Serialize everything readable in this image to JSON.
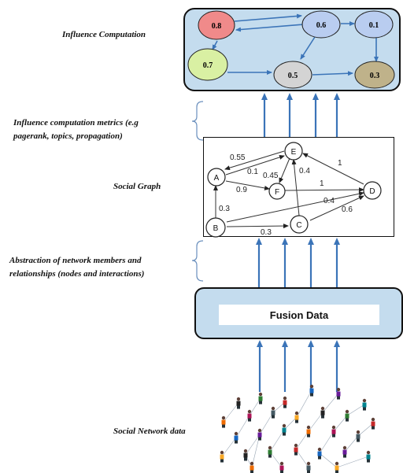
{
  "labels": {
    "influence_computation": "Influence Computation",
    "metrics_line1": "Influence computation metrics (e.g",
    "metrics_line2": "pagerank, topics, propagation)",
    "social_graph": "Social Graph",
    "abstraction_line1": "Abstraction of network members and",
    "abstraction_line2": "relationships (nodes and interactions)",
    "social_network_data": "Social Network data"
  },
  "influence_nodes": [
    {
      "id": "n1",
      "value": "0.8",
      "color": "#f08a8a"
    },
    {
      "id": "n2",
      "value": "0.6",
      "color": "#b9cdf0"
    },
    {
      "id": "n3",
      "value": "0.1",
      "color": "#b9cdf0"
    },
    {
      "id": "n4",
      "value": "0.7",
      "color": "#d9f0a3"
    },
    {
      "id": "n5",
      "value": "0.5",
      "color": "#d4d4d4"
    },
    {
      "id": "n6",
      "value": "0.3",
      "color": "#bfb28a"
    }
  ],
  "social_graph": {
    "nodes": [
      "A",
      "B",
      "C",
      "D",
      "E",
      "F"
    ],
    "edge_weights": [
      "0.55",
      "0.1",
      "0.45",
      "0.9",
      "0.4",
      "1",
      "1",
      "0.3",
      "0.4",
      "0.6",
      "0.3"
    ]
  },
  "fusion": {
    "label": "Fusion Data"
  },
  "colors": {
    "arrow": "#3b74b8",
    "panel": "#c4dcee"
  }
}
